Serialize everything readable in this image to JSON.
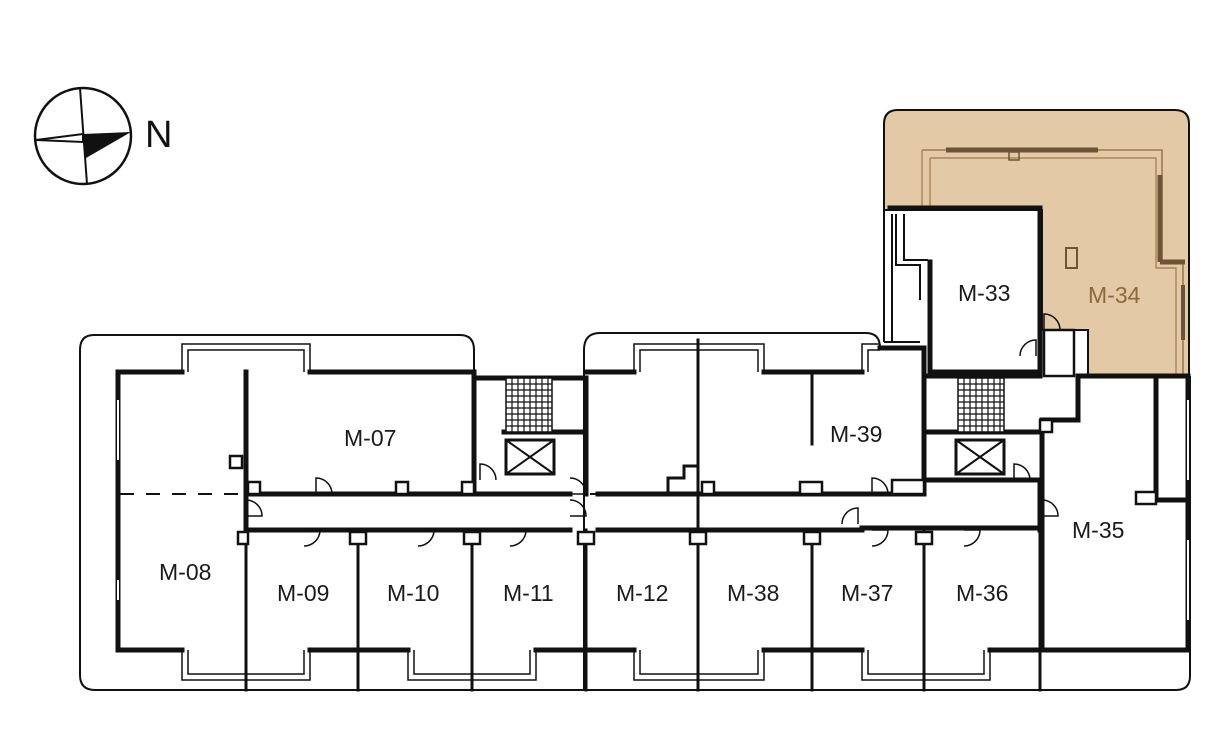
{
  "compass": {
    "north_label": "N"
  },
  "highlight_color": "#e3c9a6",
  "highlight_text_color": "#8a6a3e",
  "rooms": [
    {
      "id": "M-07",
      "label": "M-07"
    },
    {
      "id": "M-08",
      "label": "M-08"
    },
    {
      "id": "M-09",
      "label": "M-09"
    },
    {
      "id": "M-10",
      "label": "M-10"
    },
    {
      "id": "M-11",
      "label": "M-11"
    },
    {
      "id": "M-12",
      "label": "M-12"
    },
    {
      "id": "M-33",
      "label": "M-33"
    },
    {
      "id": "M-34",
      "label": "M-34",
      "highlighted": true
    },
    {
      "id": "M-35",
      "label": "M-35"
    },
    {
      "id": "M-36",
      "label": "M-36"
    },
    {
      "id": "M-37",
      "label": "M-37"
    },
    {
      "id": "M-38",
      "label": "M-38"
    },
    {
      "id": "M-39",
      "label": "M-39"
    }
  ]
}
